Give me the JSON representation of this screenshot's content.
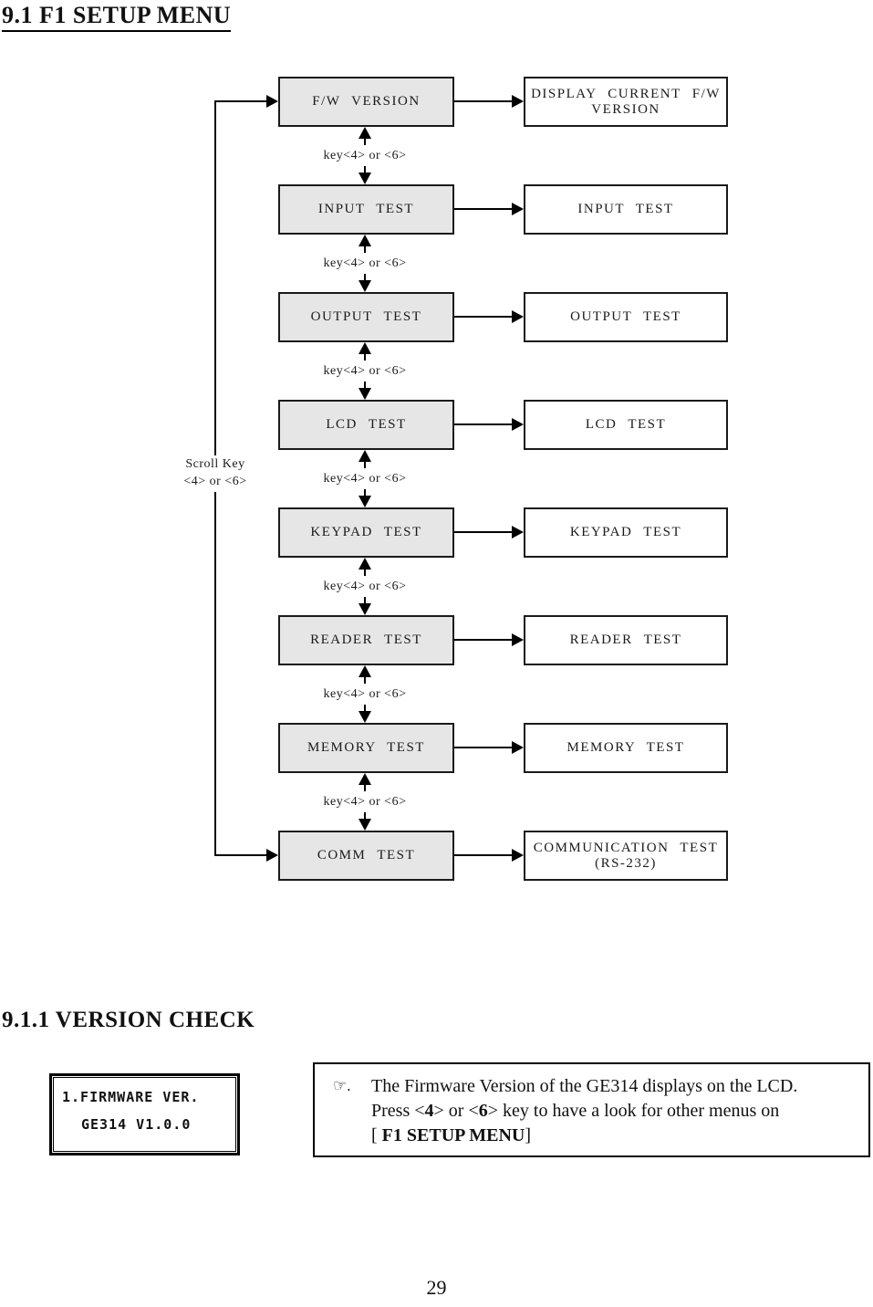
{
  "page": {
    "title": "9.1 F1 SETUP MENU",
    "section_heading": "9.1.1 VERSION CHECK",
    "page_number": "29"
  },
  "flowchart": {
    "scroll_key_label_line1": "Scroll Key",
    "scroll_key_label_line2": "<4> or <6>",
    "key_label": "key<4> or <6>",
    "rows": [
      {
        "menu": "F/W VERSION",
        "result_line1": "DISPLAY CURRENT F/W",
        "result_line2": "VERSION"
      },
      {
        "menu": "INPUT TEST",
        "result_line1": "INPUT TEST",
        "result_line2": ""
      },
      {
        "menu": "OUTPUT TEST",
        "result_line1": "OUTPUT TEST",
        "result_line2": ""
      },
      {
        "menu": "LCD TEST",
        "result_line1": "LCD TEST",
        "result_line2": ""
      },
      {
        "menu": "KEYPAD TEST",
        "result_line1": "KEYPAD TEST",
        "result_line2": ""
      },
      {
        "menu": "READER TEST",
        "result_line1": "READER TEST",
        "result_line2": ""
      },
      {
        "menu": "MEMORY TEST",
        "result_line1": "MEMORY TEST",
        "result_line2": ""
      },
      {
        "menu": "COMM TEST",
        "result_line1": "COMMUNICATION TEST",
        "result_line2": "(RS-232)"
      }
    ]
  },
  "lcd": {
    "line1": "1.FIRMWARE VER.",
    "line2": "GE314 V1.0.0"
  },
  "note": {
    "bullet": "☞.",
    "line1": "The Firmware Version of the GE314 displays on the LCD.",
    "line2": [
      "Press <",
      "4",
      "> or <",
      "6",
      "> key to have a look for other menus on"
    ],
    "line3": [
      "[ ",
      "F1 SETUP MENU",
      "]"
    ]
  }
}
